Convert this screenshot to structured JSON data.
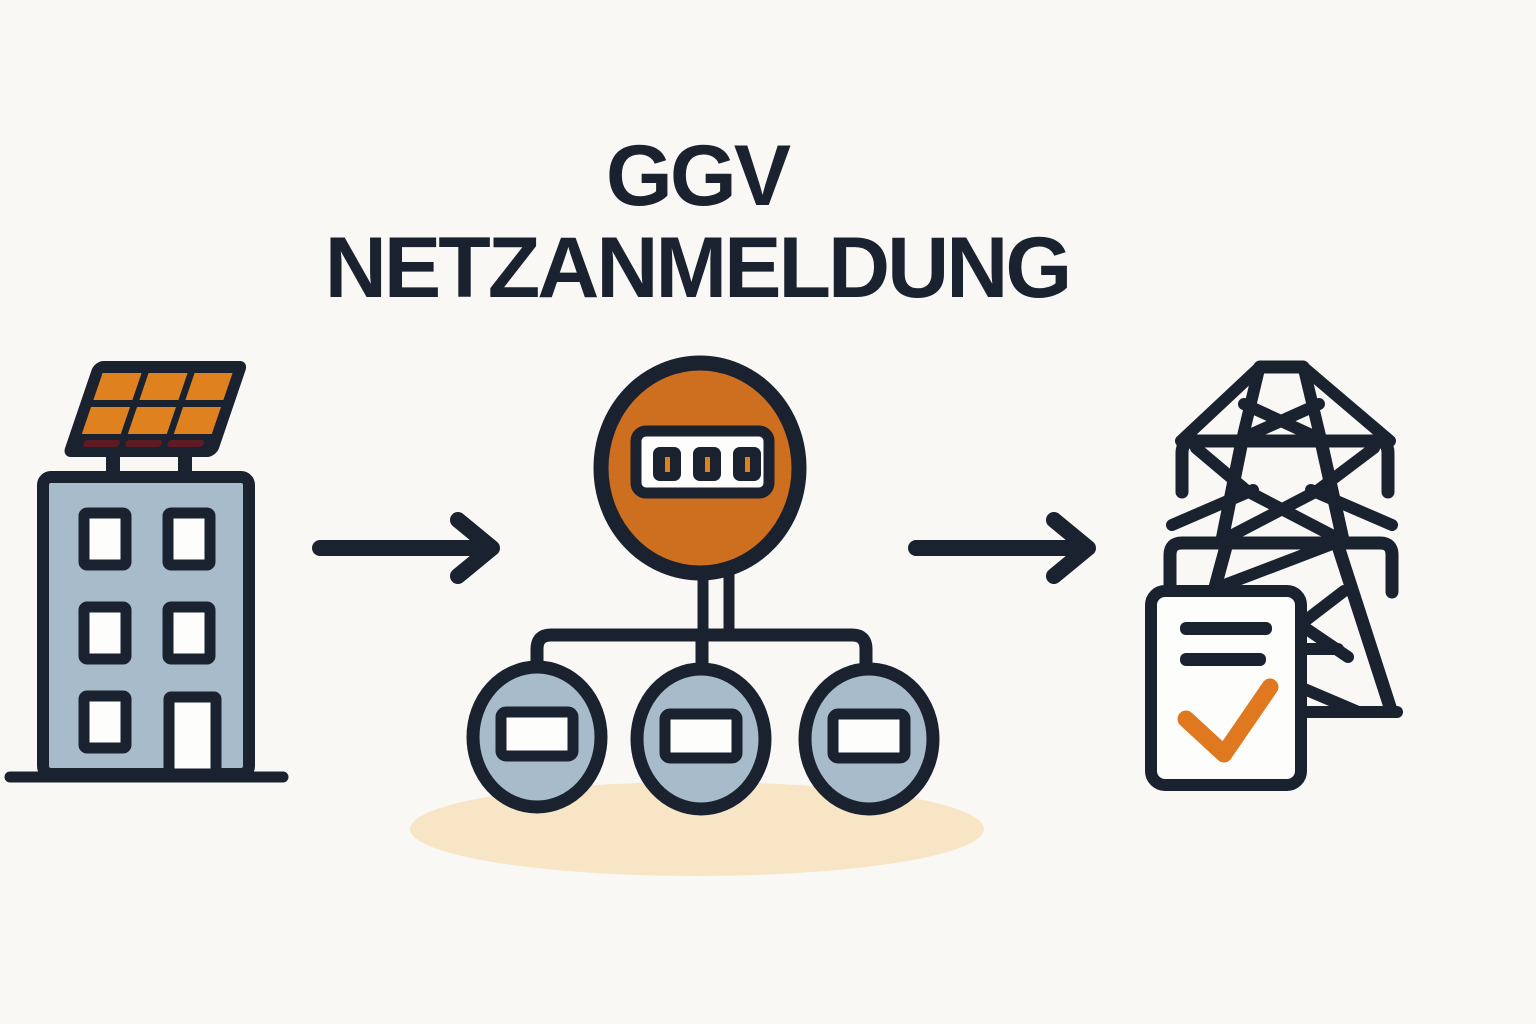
{
  "title": {
    "line1": "GGV",
    "line2": "NETZANMELDUNG"
  },
  "colors": {
    "background": "#faf8f5",
    "ink": "#1a2230",
    "slate": "#a8bbca",
    "panel_orange": "#e0811f",
    "meter_orange": "#cd6f1e",
    "accent_orange": "#e07820",
    "maroon": "#5e1b23",
    "shadow_cream": "#f7e5c6",
    "paper": "#fdfdfc"
  },
  "icons": [
    "solar-building-icon",
    "flow-arrow-icon",
    "main-meter-icon",
    "sub-meter-icon",
    "power-pylon-icon",
    "approved-document-icon",
    "check-mark-icon",
    "ground-shadow"
  ]
}
